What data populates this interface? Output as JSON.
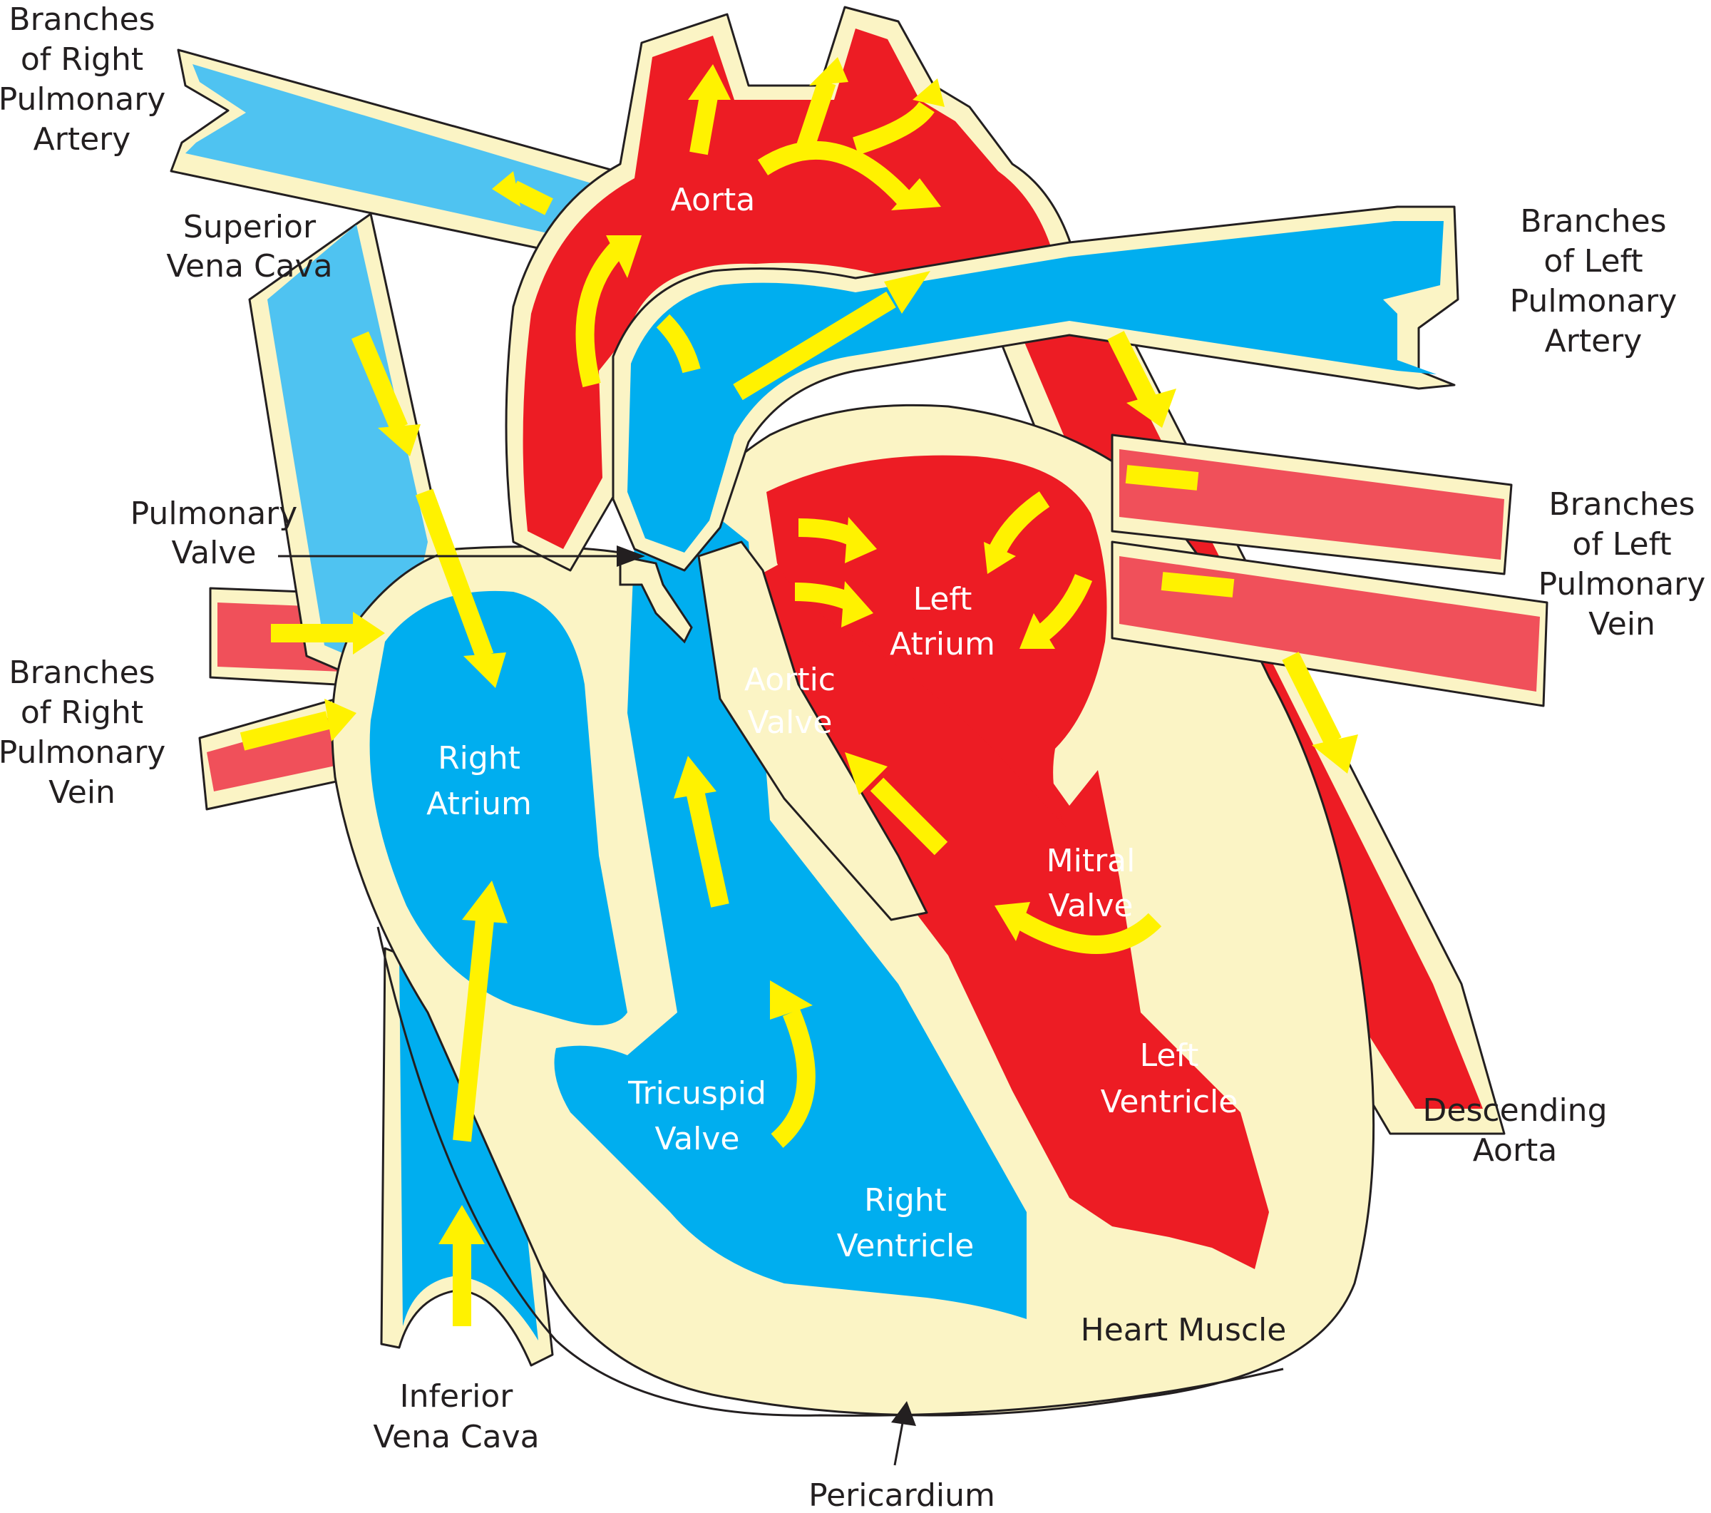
{
  "labels": {
    "branches_right_pulmonary_artery": [
      "Branches",
      "of Right",
      "Pulmonary",
      "Artery"
    ],
    "superior_vena_cava": [
      "Superior",
      "Vena Cava"
    ],
    "pulmonary_valve": [
      "Pulmonary",
      "Valve"
    ],
    "branches_right_pulmonary_vein": [
      "Branches",
      "of Right",
      "Pulmonary",
      "Vein"
    ],
    "inferior_vena_cava": [
      "Inferior",
      "Vena Cava"
    ],
    "pericardium": [
      "Pericardium"
    ],
    "heart_muscle": [
      "Heart Muscle"
    ],
    "descending_aorta": [
      "Descending",
      "Aorta"
    ],
    "branches_left_pulmonary_vein": [
      "Branches",
      "of Left",
      "Pulmonary",
      "Vein"
    ],
    "branches_left_pulmonary_artery": [
      "Branches",
      "of Left",
      "Pulmonary",
      "Artery"
    ],
    "aorta": [
      "Aorta"
    ],
    "left_atrium": [
      "Left",
      "Atrium"
    ],
    "aortic_valve": [
      "Aortic",
      "Valve"
    ],
    "right_atrium": [
      "Right",
      "Atrium"
    ],
    "mitral_valve": [
      "Mitral",
      "Valve"
    ],
    "tricuspid_valve": [
      "Tricuspid",
      "Valve"
    ],
    "left_ventricle": [
      "Left",
      "Ventricle"
    ],
    "right_ventricle": [
      "Right",
      "Ventricle"
    ]
  },
  "colors": {
    "oxygenated": "#ed1c24",
    "deoxygenated": "#00aeef",
    "vena_cava": "#4fc3f1",
    "pulmonary_vein": "#f0505a",
    "heart_muscle": "#fbf4c5",
    "flow_arrow": "#fff200",
    "outline": "#231f20"
  }
}
